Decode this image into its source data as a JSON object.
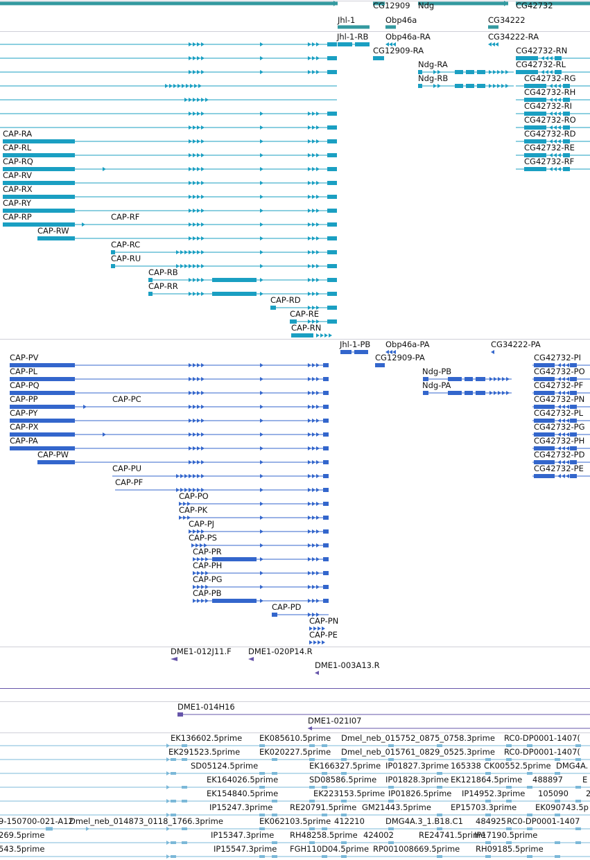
{
  "colors": {
    "gene": "#33999f",
    "mrna": "#1a9fc2",
    "protein": "#3366cc",
    "bac": "#6655aa",
    "est": "#7bb8d8",
    "separator": "#9999aa"
  },
  "genes": [
    {
      "label": "CG12909"
    },
    {
      "label": "Ndg"
    },
    {
      "label": "CG42732"
    },
    {
      "label": "Jhl-1"
    },
    {
      "label": "Obp46a"
    },
    {
      "label": "CG34222"
    }
  ],
  "transcripts": [
    {
      "label": "Jhl-1-RB"
    },
    {
      "label": "Obp46a-RA"
    },
    {
      "label": "CG34222-RA"
    },
    {
      "label": "CG12909-RA"
    },
    {
      "label": "CG42732-RN"
    },
    {
      "label": "Ndg-RA"
    },
    {
      "label": "CG42732-RL"
    },
    {
      "label": "Ndg-RB"
    },
    {
      "label": "CG42732-RG"
    },
    {
      "label": "CG42732-RH"
    },
    {
      "label": "CG42732-RI"
    },
    {
      "label": "CG42732-RO"
    },
    {
      "label": "CG42732-RD"
    },
    {
      "label": "CAP-RA"
    },
    {
      "label": "CG42732-RE"
    },
    {
      "label": "CAP-RL"
    },
    {
      "label": "CG42732-RF"
    },
    {
      "label": "CAP-RQ"
    },
    {
      "label": "CAP-RV"
    },
    {
      "label": "CAP-RX"
    },
    {
      "label": "CAP-RY"
    },
    {
      "label": "CAP-RP"
    },
    {
      "label": "CAP-RF"
    },
    {
      "label": "CAP-RW"
    },
    {
      "label": "CAP-RC"
    },
    {
      "label": "CAP-RU"
    },
    {
      "label": "CAP-RB"
    },
    {
      "label": "CAP-RR"
    },
    {
      "label": "CAP-RD"
    },
    {
      "label": "CAP-RE"
    },
    {
      "label": "CAP-RN"
    }
  ],
  "proteins": [
    {
      "label": "Jhl-1-PB"
    },
    {
      "label": "Obp46a-PA"
    },
    {
      "label": "CG34222-PA"
    },
    {
      "label": "CAP-PV"
    },
    {
      "label": "CG12909-PA"
    },
    {
      "label": "CG42732-PI"
    },
    {
      "label": "CAP-PL"
    },
    {
      "label": "Ndg-PB"
    },
    {
      "label": "CG42732-PO"
    },
    {
      "label": "CAP-PQ"
    },
    {
      "label": "Ndg-PA"
    },
    {
      "label": "CG42732-PF"
    },
    {
      "label": "CAP-PP"
    },
    {
      "label": "CAP-PC"
    },
    {
      "label": "CG42732-PN"
    },
    {
      "label": "CAP-PY"
    },
    {
      "label": "CG42732-PL"
    },
    {
      "label": "CAP-PX"
    },
    {
      "label": "CG42732-PG"
    },
    {
      "label": "CAP-PA"
    },
    {
      "label": "CG42732-PH"
    },
    {
      "label": "CAP-PW"
    },
    {
      "label": "CG42732-PD"
    },
    {
      "label": "CAP-PU"
    },
    {
      "label": "CG42732-PE"
    },
    {
      "label": "CAP-PF"
    },
    {
      "label": "CAP-PO"
    },
    {
      "label": "CAP-PK"
    },
    {
      "label": "CAP-PJ"
    },
    {
      "label": "CAP-PS"
    },
    {
      "label": "CAP-PR"
    },
    {
      "label": "CAP-PH"
    },
    {
      "label": "CAP-PG"
    },
    {
      "label": "CAP-PB"
    },
    {
      "label": "CAP-PD"
    },
    {
      "label": "CAP-PN"
    },
    {
      "label": "CAP-PE"
    }
  ],
  "bac_ends": [
    {
      "label": "DME1-012J11.F"
    },
    {
      "label": "DME1-020P14.R"
    },
    {
      "label": "DME1-003A13.R"
    }
  ],
  "bac_clones": [
    {
      "label": "DME1-014H16"
    },
    {
      "label": "DME1-021I07"
    }
  ],
  "ests": [
    {
      "label": "EK136602.5prime"
    },
    {
      "label": "EK085610.5prime"
    },
    {
      "label": "Dmel_neb_015752_0875_0758.3prime"
    },
    {
      "label": "RC0-DP0001-1407("
    },
    {
      "label": "EK291523.5prime"
    },
    {
      "label": "EK020227.5prime"
    },
    {
      "label": "Dmel_neb_015761_0829_0525.3prime"
    },
    {
      "label": "RC0-DP0001-1407("
    },
    {
      "label": "SD05124.5prime"
    },
    {
      "label": "EK166327.5prime"
    },
    {
      "label": "IP01827.3prime"
    },
    {
      "label": "165338"
    },
    {
      "label": "CK00552.5prime"
    },
    {
      "label": "DMG4A."
    },
    {
      "label": "EK164026.5prime"
    },
    {
      "label": "SD08586.5prime"
    },
    {
      "label": "IP01828.3prime"
    },
    {
      "label": "EK121864.5prime"
    },
    {
      "label": "488897"
    },
    {
      "label": "E"
    },
    {
      "label": "EK154840.5prime"
    },
    {
      "label": "EK223153.5prime"
    },
    {
      "label": "IP01826.5prime"
    },
    {
      "label": "IP14952.3prime"
    },
    {
      "label": "105090"
    },
    {
      "label": "2"
    },
    {
      "label": "IP15247.3prime"
    },
    {
      "label": "RE20791.5prime"
    },
    {
      "label": "GM21443.5prime"
    },
    {
      "label": "EP15703.3prime"
    },
    {
      "label": "EK090743.5p"
    },
    {
      "label": "9-150700-021-A12"
    },
    {
      "label": "Dmel_neb_014873_0118_1766.3prime"
    },
    {
      "label": "EK062103.5prime"
    },
    {
      "label": "412210"
    },
    {
      "label": "DMG4A.3_1.B18.C1"
    },
    {
      "label": "484925"
    },
    {
      "label": "RC0-DP0001-1407"
    },
    {
      "label": "269.5prime"
    },
    {
      "label": "IP15347.3prime"
    },
    {
      "label": "RH48258.5prime"
    },
    {
      "label": "424002"
    },
    {
      "label": "RE24741.5prime"
    },
    {
      "label": "IP17190.5prime"
    },
    {
      "label": "543.5prime"
    },
    {
      "label": "IP15547.3prime"
    },
    {
      "label": "FGH110D04.5prime"
    },
    {
      "label": "RP001008669.5prime"
    },
    {
      "label": "RH09185.5prime"
    }
  ]
}
